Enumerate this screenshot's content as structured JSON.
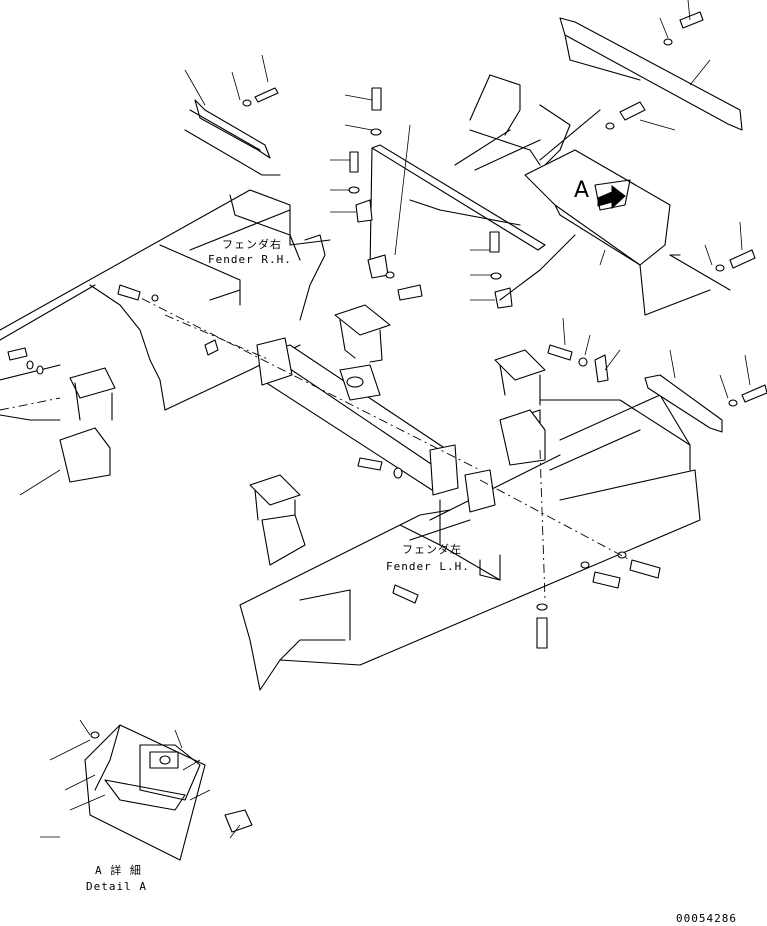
{
  "labels": {
    "fender_rh_jp": "フェンダ右",
    "fender_rh_en": "Fender R.H.",
    "fender_lh_jp": "フェンダ左",
    "fender_lh_en": "Fender L.H.",
    "detail_callout": "A",
    "detail_jp": "A 詳 細",
    "detail_en": "Detail A",
    "drawing_number": "00054286"
  }
}
